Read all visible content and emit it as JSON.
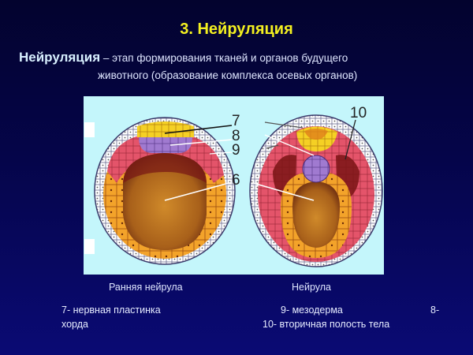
{
  "slide": {
    "title": "3. Нейруляция",
    "definition": {
      "term": "Нейруляция",
      "line1_rest": " – этап формирования тканей и органов  будущего",
      "line2": "животного (образование комплекса осевых органов)"
    },
    "figure": {
      "labels": {
        "l7": "7",
        "l8": "8",
        "l9": "9",
        "l6": "6",
        "l10": "10"
      },
      "captions": {
        "left": "Ранняя нейрула",
        "right": "Нейрула"
      }
    },
    "legend": {
      "line1_left": "7- нервная пластинка",
      "line1_mid": "9- мезодерма",
      "line1_right": "8-",
      "line2_left": "хорда",
      "line2_mid": "10- вторичная  полость тела"
    }
  },
  "colors": {
    "title": "#f4f020",
    "panel_bg": "#c4f6fb",
    "ectoderm": "#ffffff",
    "neural_plate": "#f2c81e",
    "chord": "#9a6fc0",
    "mesoderm": "#e04a5a",
    "endoderm": "#f0a030",
    "yolk": "#b8741c"
  }
}
